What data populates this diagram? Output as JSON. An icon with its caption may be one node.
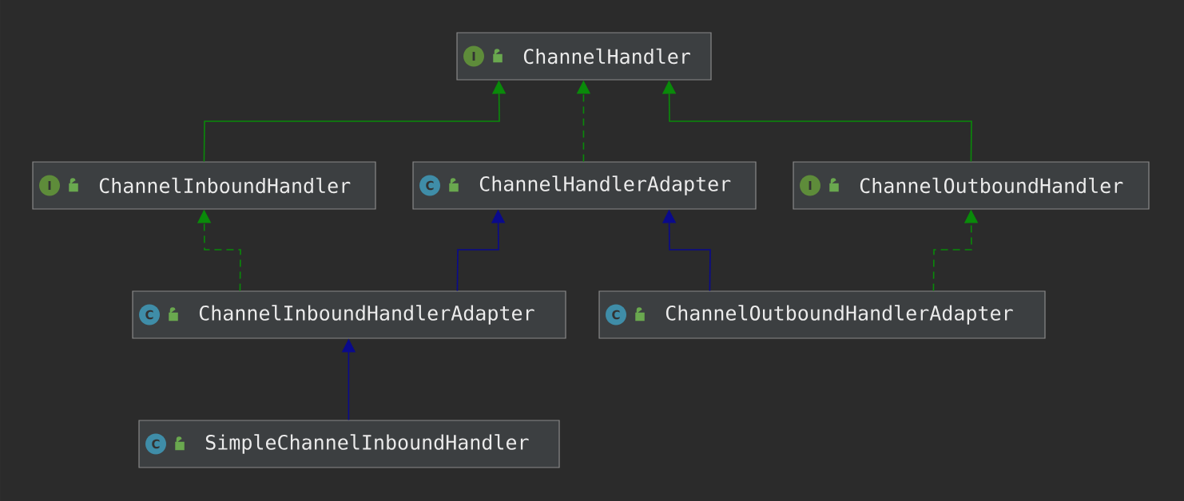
{
  "diagram": {
    "nodes": [
      {
        "text": [
          "I",
          "ChannelHandler"
        ]
      },
      {
        "text": [
          "I",
          "ChannelInboundHandler"
        ]
      },
      {
        "text": [
          "C",
          "ChannelHandlerAdapter"
        ]
      },
      {
        "text": [
          "I",
          "ChannelOutboundHandler"
        ]
      },
      {
        "text": [
          "C",
          "ChannelInboundHandlerAdapter"
        ]
      },
      {
        "text": [
          "C",
          "ChannelOutboundHandlerAdapter"
        ]
      },
      {
        "text": [
          "C",
          "SimpleChannelInboundHandler"
        ]
      }
    ],
    "edges": [
      {
        "from": 1,
        "to": 0,
        "arrow": "to"
      },
      {
        "from": 2,
        "to": 0,
        "arrow": "to",
        "style": "dashed"
      },
      {
        "from": 3,
        "to": 0,
        "arrow": "to"
      },
      {
        "from": 4,
        "to": 1,
        "arrow": "to",
        "style": "dashed"
      },
      {
        "from": 4,
        "to": 2,
        "arrow": "to",
        "color": "#0a0a8c"
      },
      {
        "from": 5,
        "to": 2,
        "arrow": "to",
        "color": "#0a0a8c"
      },
      {
        "from": 5,
        "to": 3,
        "arrow": "to",
        "style": "dashed"
      },
      {
        "from": 6,
        "to": 4,
        "arrow": "to",
        "color": "#0a0a8c"
      }
    ]
  }
}
